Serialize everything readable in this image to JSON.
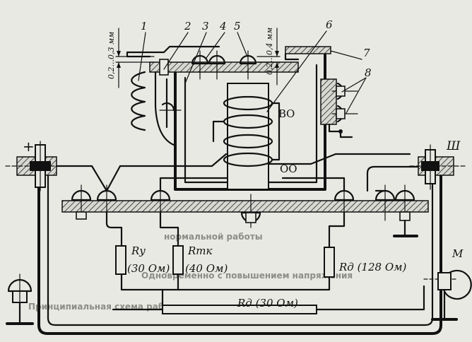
{
  "labels": {
    "n1": "1",
    "n2": "2",
    "n3": "3",
    "n4": "4",
    "n5": "5",
    "n6": "6",
    "n7": "7",
    "n8": "8",
    "vo": "ВО",
    "oo": "ОО",
    "plus": "+",
    "sh": "Ш",
    "m": "М"
  },
  "dims": {
    "gap_left": "0,2...0,3 мм",
    "gap_right": "0,2...0,4 мм"
  },
  "resistors": {
    "ry": "Rу",
    "ry_val": "(30 Ом)",
    "rtk": "Rтк",
    "rtk_val": "(40 Ом)",
    "rd_right": "Rд (128 Ом)",
    "rd_bottom": "Rд (30 Ом)"
  },
  "bleed": {
    "t1": "Одновременно с повышением напряжения",
    "t2": "нормальной работы",
    "t3": "Принципиальная схема работы реле"
  }
}
